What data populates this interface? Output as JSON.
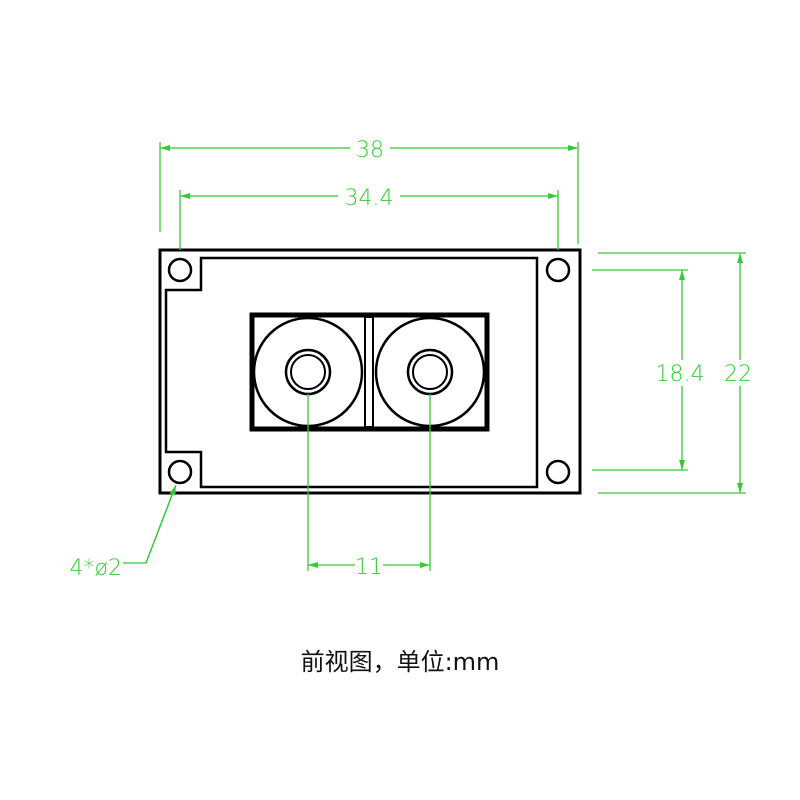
{
  "colors": {
    "dimension": "#33cc33",
    "outline": "#000000"
  },
  "dimensions": {
    "overall_width": "38",
    "hole_spacing_width": "34.4",
    "hole_spacing_height": "18.4",
    "overall_height": "22",
    "lens_spacing": "11",
    "hole_callout": "4*ø2"
  },
  "caption": "前视图，单位:mm"
}
